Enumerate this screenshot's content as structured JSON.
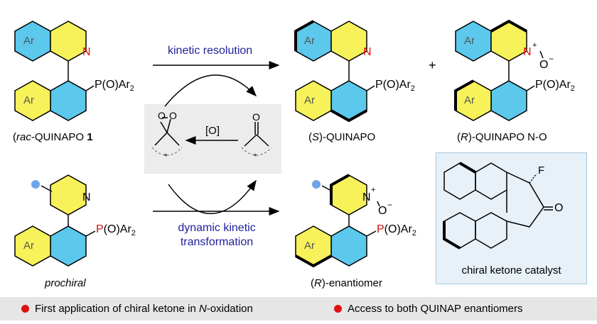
{
  "top_arrow": {
    "label": "kinetic resolution"
  },
  "bottom_arrow": {
    "label_line1": "dynamic kinetic",
    "label_line2": "transformation"
  },
  "oxidant_box": {
    "label": "[O]",
    "dioxirane_o1": "O",
    "dioxirane_o2": "O",
    "ketone_o": "O",
    "star": "*"
  },
  "plus_sign": "+",
  "compounds": {
    "rac": {
      "name_italic": "rac",
      "name_rest": "-QUINAPO ",
      "number": "1"
    },
    "s": {
      "paren_open": "(",
      "stereo": "S",
      "name_rest": ")-QUINAPO"
    },
    "r_no": {
      "paren_open": "(",
      "stereo": "R",
      "name_rest": ")-QUINAPO N-O"
    },
    "prochiral": {
      "name": "prochiral"
    },
    "r_enantiomer": {
      "paren_open": "(",
      "stereo": "R",
      "name_rest": ")-enantiomer"
    }
  },
  "atoms": {
    "ar": "Ar",
    "n": "N",
    "n_plus": "+",
    "o_minus_o": "O",
    "o_minus_sign": "−",
    "p_group_main": "P(O)Ar",
    "p_group_sub": "2",
    "p_letter": "P",
    "p_rest": "(O)Ar",
    "f": "F",
    "ketone_o": "O"
  },
  "catalyst_box": {
    "label": "chiral ketone catalyst"
  },
  "footer": {
    "point1_pre": "First application of chiral ketone in ",
    "point1_italic": "N",
    "point1_post": "-oxidation",
    "point2": "Access to both QUINAP enantiomers"
  },
  "colors": {
    "aryl_fill": "#5bc8ec",
    "pyridine_fill": "#f7f25a",
    "nitrogen": "#e01010",
    "phosphorus": "#d01010",
    "label_blue": "#1f1f9a",
    "catalyst_bg": "#e8f1f8",
    "bullet": "#e01010",
    "substituent": "#6ea5e6"
  }
}
